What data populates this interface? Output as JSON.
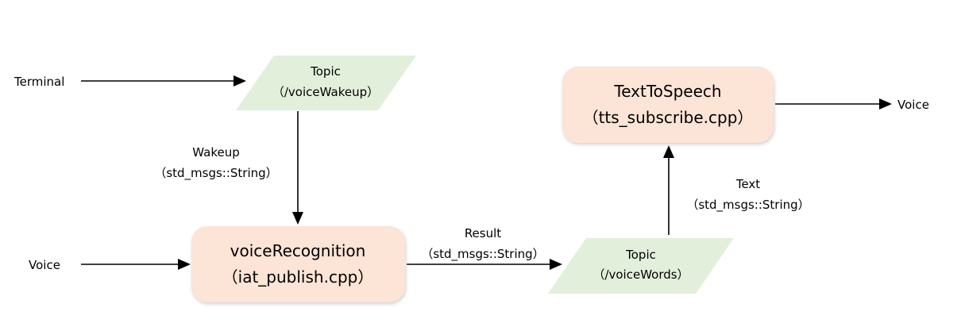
{
  "colors": {
    "node_fill": "#fce4d6",
    "topic_fill": "#e2efda",
    "line": "#000000",
    "text": "#000000"
  },
  "nodes": {
    "voice_recognition": {
      "name": "voiceRecognition",
      "file": "（iat_publish.cpp）"
    },
    "text_to_speech": {
      "name": "TextToSpeech",
      "file": "（tts_subscribe.cpp）"
    }
  },
  "topics": {
    "voice_wakeup": {
      "title": "Topic",
      "name": "（/voiceWakeup）"
    },
    "voice_words": {
      "title": "Topic",
      "name": "（/voiceWords）"
    }
  },
  "terminals": {
    "terminal_input": "Terminal",
    "voice_input": "Voice",
    "voice_output": "Voice"
  },
  "edge_labels": {
    "wakeup": {
      "name": "Wakeup",
      "type": "（std_msgs::String）"
    },
    "result": {
      "name": "Result",
      "type": "（std_msgs::String）"
    },
    "text": {
      "name": "Text",
      "type": "（std_msgs::String）"
    }
  }
}
